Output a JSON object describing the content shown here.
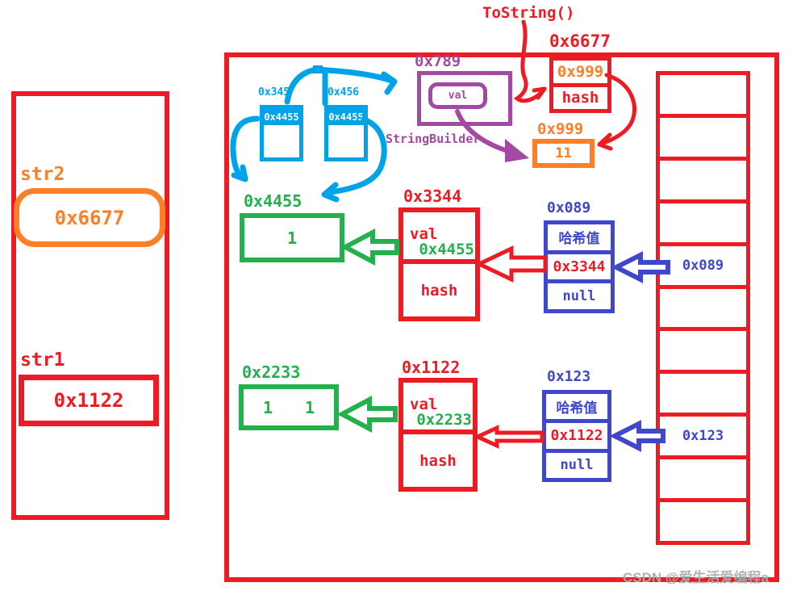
{
  "watermark": "CSDN @爱生活爱编程a",
  "annotations": {
    "tostring": "ToString()",
    "stringbuilder": "StringBuilder"
  },
  "colors": {
    "red": "#ed1c24",
    "orange": "#ff7f27",
    "cyan": "#00a2e8",
    "purple": "#a349a4",
    "green": "#22b14c",
    "blue": "#3f48cc"
  },
  "left_panel": {
    "str2_label": "str2",
    "str2_value": "0x6677",
    "str1_label": "str1",
    "str1_value": "0x1122"
  },
  "cyan_boxes": [
    {
      "label": "0x345",
      "value": "0x4455"
    },
    {
      "label": "0x456",
      "value": "0x4455"
    }
  ],
  "sb_box": {
    "label": "0x789",
    "field": "val"
  },
  "ret_box": {
    "label": "0x6677",
    "value": "0x999",
    "hash": "hash"
  },
  "char_box": {
    "label": "0x999",
    "value": "11"
  },
  "string_objs": [
    {
      "label": "0x3344",
      "val_field": "val",
      "val_ref": "0x4455",
      "hash_field": "hash"
    },
    {
      "label": "0x1122",
      "val_field": "val",
      "val_ref": "0x2233",
      "hash_field": "hash"
    }
  ],
  "char_arrays": [
    {
      "label": "0x4455",
      "value": "1"
    },
    {
      "label": "0x2233",
      "value": "1 1"
    }
  ],
  "entries": [
    {
      "label": "0x089",
      "hash_title": "哈希值",
      "ref": "0x3344",
      "next": "null"
    },
    {
      "label": "0x123",
      "hash_title": "哈希值",
      "ref": "0x1122",
      "next": "null"
    }
  ],
  "bucket_rows": [
    "",
    "",
    "",
    "",
    "0x089",
    "",
    "",
    "",
    "0x123",
    "",
    ""
  ]
}
